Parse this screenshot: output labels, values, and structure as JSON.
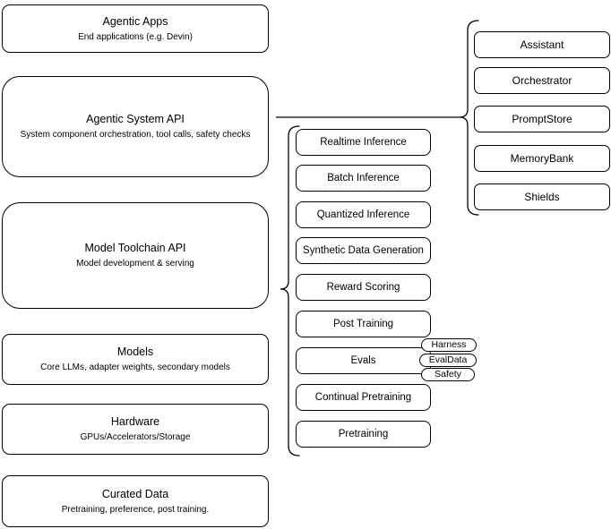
{
  "layers": [
    {
      "title": "Agentic Apps",
      "subtitle": "End applications (e.g. Devin)"
    },
    {
      "title": "Agentic System API",
      "subtitle": "System component orchestration, tool calls, safety checks"
    },
    {
      "title": "Model Toolchain API",
      "subtitle": "Model development & serving"
    },
    {
      "title": "Models",
      "subtitle": "Core LLMs, adapter weights, secondary models"
    },
    {
      "title": "Hardware",
      "subtitle": "GPUs/Accelerators/Storage"
    },
    {
      "title": "Curated Data",
      "subtitle": "Pretraining, preference, post training."
    }
  ],
  "toolchain": {
    "items": [
      "Realtime Inference",
      "Batch Inference",
      "Quantized Inference",
      "Synthetic Data Generation",
      "Reward Scoring",
      "Post Training",
      "Evals",
      "Continual Pretraining",
      "Pretraining"
    ]
  },
  "evals_tags": [
    "Harness",
    "EvalData",
    "Safety"
  ],
  "system_components": [
    "Assistant",
    "Orchestrator",
    "PromptStore",
    "MemoryBank",
    "Shields"
  ],
  "colors": {
    "background": "#ffffff",
    "node_fill": "#ffffff",
    "stroke": "#000000",
    "text": "#000000"
  }
}
